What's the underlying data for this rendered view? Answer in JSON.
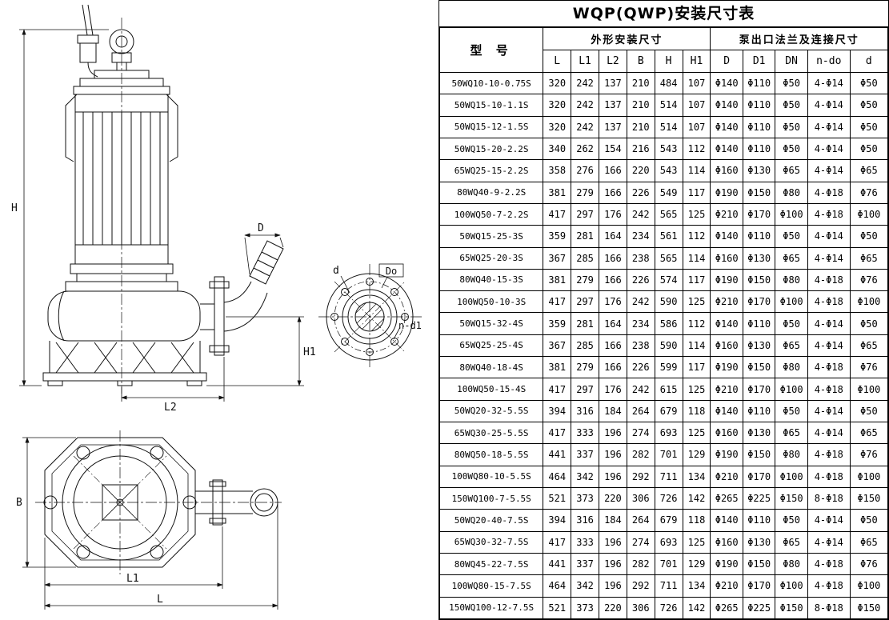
{
  "title": "WQP(QWP)安装尺寸表",
  "table": {
    "col_model": "型  号",
    "group1": "外形安装尺寸",
    "group2": "泵出口法兰及连接尺寸",
    "headers": [
      "L",
      "L1",
      "L2",
      "B",
      "H",
      "H1",
      "D",
      "D1",
      "DN",
      "n-do",
      "d"
    ],
    "rows": [
      {
        "model": "50WQ10-10-0.75S",
        "values": [
          "320",
          "242",
          "137",
          "210",
          "484",
          "107",
          "Φ140",
          "Φ110",
          "Φ50",
          "4-Φ14",
          "Φ50"
        ]
      },
      {
        "model": "50WQ15-10-1.1S",
        "values": [
          "320",
          "242",
          "137",
          "210",
          "514",
          "107",
          "Φ140",
          "Φ110",
          "Φ50",
          "4-Φ14",
          "Φ50"
        ]
      },
      {
        "model": "50WQ15-12-1.5S",
        "values": [
          "320",
          "242",
          "137",
          "210",
          "514",
          "107",
          "Φ140",
          "Φ110",
          "Φ50",
          "4-Φ14",
          "Φ50"
        ]
      },
      {
        "model": "50WQ15-20-2.2S",
        "values": [
          "340",
          "262",
          "154",
          "216",
          "543",
          "112",
          "Φ140",
          "Φ110",
          "Φ50",
          "4-Φ14",
          "Φ50"
        ]
      },
      {
        "model": "65WQ25-15-2.2S",
        "values": [
          "358",
          "276",
          "166",
          "220",
          "543",
          "114",
          "Φ160",
          "Φ130",
          "Φ65",
          "4-Φ14",
          "Φ65"
        ]
      },
      {
        "model": "80WQ40-9-2.2S",
        "values": [
          "381",
          "279",
          "166",
          "226",
          "549",
          "117",
          "Φ190",
          "Φ150",
          "Φ80",
          "4-Φ18",
          "Φ76"
        ]
      },
      {
        "model": "100WQ50-7-2.2S",
        "values": [
          "417",
          "297",
          "176",
          "242",
          "565",
          "125",
          "Φ210",
          "Φ170",
          "Φ100",
          "4-Φ18",
          "Φ100"
        ]
      },
      {
        "model": "50WQ15-25-3S",
        "values": [
          "359",
          "281",
          "164",
          "234",
          "561",
          "112",
          "Φ140",
          "Φ110",
          "Φ50",
          "4-Φ14",
          "Φ50"
        ]
      },
      {
        "model": "65WQ25-20-3S",
        "values": [
          "367",
          "285",
          "166",
          "238",
          "565",
          "114",
          "Φ160",
          "Φ130",
          "Φ65",
          "4-Φ14",
          "Φ65"
        ]
      },
      {
        "model": "80WQ40-15-3S",
        "values": [
          "381",
          "279",
          "166",
          "226",
          "574",
          "117",
          "Φ190",
          "Φ150",
          "Φ80",
          "4-Φ18",
          "Φ76"
        ]
      },
      {
        "model": "100WQ50-10-3S",
        "values": [
          "417",
          "297",
          "176",
          "242",
          "590",
          "125",
          "Φ210",
          "Φ170",
          "Φ100",
          "4-Φ18",
          "Φ100"
        ]
      },
      {
        "model": "50WQ15-32-4S",
        "values": [
          "359",
          "281",
          "164",
          "234",
          "586",
          "112",
          "Φ140",
          "Φ110",
          "Φ50",
          "4-Φ14",
          "Φ50"
        ]
      },
      {
        "model": "65WQ25-25-4S",
        "values": [
          "367",
          "285",
          "166",
          "238",
          "590",
          "114",
          "Φ160",
          "Φ130",
          "Φ65",
          "4-Φ14",
          "Φ65"
        ]
      },
      {
        "model": "80WQ40-18-4S",
        "values": [
          "381",
          "279",
          "166",
          "226",
          "599",
          "117",
          "Φ190",
          "Φ150",
          "Φ80",
          "4-Φ18",
          "Φ76"
        ]
      },
      {
        "model": "100WQ50-15-4S",
        "values": [
          "417",
          "297",
          "176",
          "242",
          "615",
          "125",
          "Φ210",
          "Φ170",
          "Φ100",
          "4-Φ18",
          "Φ100"
        ]
      },
      {
        "model": "50WQ20-32-5.5S",
        "values": [
          "394",
          "316",
          "184",
          "264",
          "679",
          "118",
          "Φ140",
          "Φ110",
          "Φ50",
          "4-Φ14",
          "Φ50"
        ]
      },
      {
        "model": "65WQ30-25-5.5S",
        "values": [
          "417",
          "333",
          "196",
          "274",
          "693",
          "125",
          "Φ160",
          "Φ130",
          "Φ65",
          "4-Φ14",
          "Φ65"
        ]
      },
      {
        "model": "80WQ50-18-5.5S",
        "values": [
          "441",
          "337",
          "196",
          "282",
          "701",
          "129",
          "Φ190",
          "Φ150",
          "Φ80",
          "4-Φ18",
          "Φ76"
        ]
      },
      {
        "model": "100WQ80-10-5.5S",
        "values": [
          "464",
          "342",
          "196",
          "292",
          "711",
          "134",
          "Φ210",
          "Φ170",
          "Φ100",
          "4-Φ18",
          "Φ100"
        ]
      },
      {
        "model": "150WQ100-7-5.5S",
        "values": [
          "521",
          "373",
          "220",
          "306",
          "726",
          "142",
          "Φ265",
          "Φ225",
          "Φ150",
          "8-Φ18",
          "Φ150"
        ]
      },
      {
        "model": "50WQ20-40-7.5S",
        "values": [
          "394",
          "316",
          "184",
          "264",
          "679",
          "118",
          "Φ140",
          "Φ110",
          "Φ50",
          "4-Φ14",
          "Φ50"
        ]
      },
      {
        "model": "65WQ30-32-7.5S",
        "values": [
          "417",
          "333",
          "196",
          "274",
          "693",
          "125",
          "Φ160",
          "Φ130",
          "Φ65",
          "4-Φ14",
          "Φ65"
        ]
      },
      {
        "model": "80WQ45-22-7.5S",
        "values": [
          "441",
          "337",
          "196",
          "282",
          "701",
          "129",
          "Φ190",
          "Φ150",
          "Φ80",
          "4-Φ18",
          "Φ76"
        ]
      },
      {
        "model": "100WQ80-15-7.5S",
        "values": [
          "464",
          "342",
          "196",
          "292",
          "711",
          "134",
          "Φ210",
          "Φ170",
          "Φ100",
          "4-Φ18",
          "Φ100"
        ]
      },
      {
        "model": "150WQ100-12-7.5S",
        "values": [
          "521",
          "373",
          "220",
          "306",
          "726",
          "142",
          "Φ265",
          "Φ225",
          "Φ150",
          "8-Φ18",
          "Φ150"
        ]
      }
    ]
  },
  "drawing": {
    "labels": {
      "H": "H",
      "D": "D",
      "L2": "L2",
      "H1": "H1",
      "d_flange": "d",
      "Do": "Do",
      "n_d1": "n-d1",
      "B": "B",
      "L1": "L1",
      "L": "L"
    }
  }
}
